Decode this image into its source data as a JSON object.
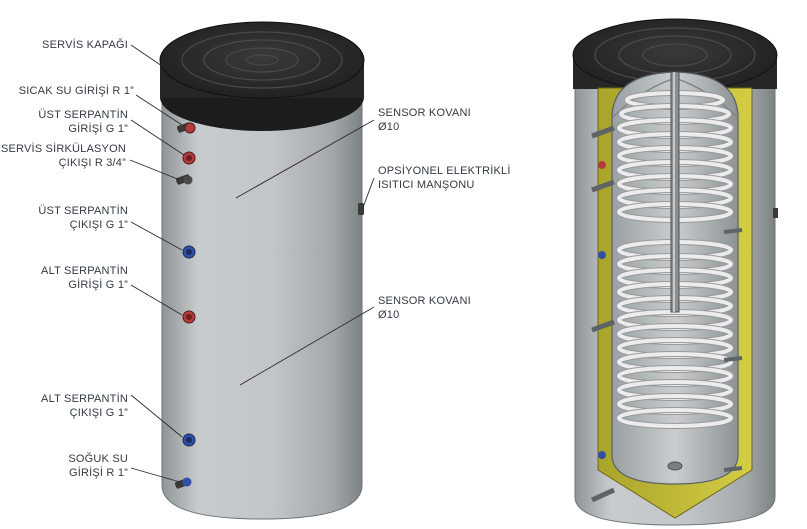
{
  "labels": {
    "servis_kapagi": "SERVİS KAPAĞI",
    "sicak_su_line1": "SICAK SU GİRİŞİ R 1”",
    "ust_serpantin_giris_line1": "ÜST SERPANTİN",
    "ust_serpantin_giris_line2": "GİRİŞİ G 1”",
    "servis_sirk_line1": "SERVİS SİRKÜLASYON",
    "servis_sirk_line2": "ÇIKIŞI R 3/4”",
    "ust_serpantin_cikis_line1": "ÜST SERPANTİN",
    "ust_serpantin_cikis_line2": "ÇIKIŞI G 1”",
    "alt_serpantin_giris_line1": "ALT SERPANTİN",
    "alt_serpantin_giris_line2": "GİRİŞİ G 1”",
    "alt_serpantin_cikis_line1": "ALT SERPANTİN",
    "alt_serpantin_cikis_line2": "ÇIKIŞI G 1”",
    "soguk_su_line1": "SOĞUK SU",
    "soguk_su_line2": "GİRİŞİ R 1”",
    "sensor_upper_line1": "SENSOR KOVANI",
    "sensor_upper_line2": "Ø10",
    "opsiyonel_line1": "OPSİYONEL ELEKTRİKLİ",
    "opsiyonel_line2": "ISITICI MANŞONU",
    "sensor_lower_line1": "SENSOR KOVANI",
    "sensor_lower_line2": "Ø10"
  },
  "colors": {
    "tank_body": "#bfc3c5",
    "lid": "#2d2d2d",
    "insulation": "#c9c338",
    "coil": "#e6e6e6",
    "hot_port": "#b23b3b",
    "cold_port": "#2f4fa8"
  }
}
